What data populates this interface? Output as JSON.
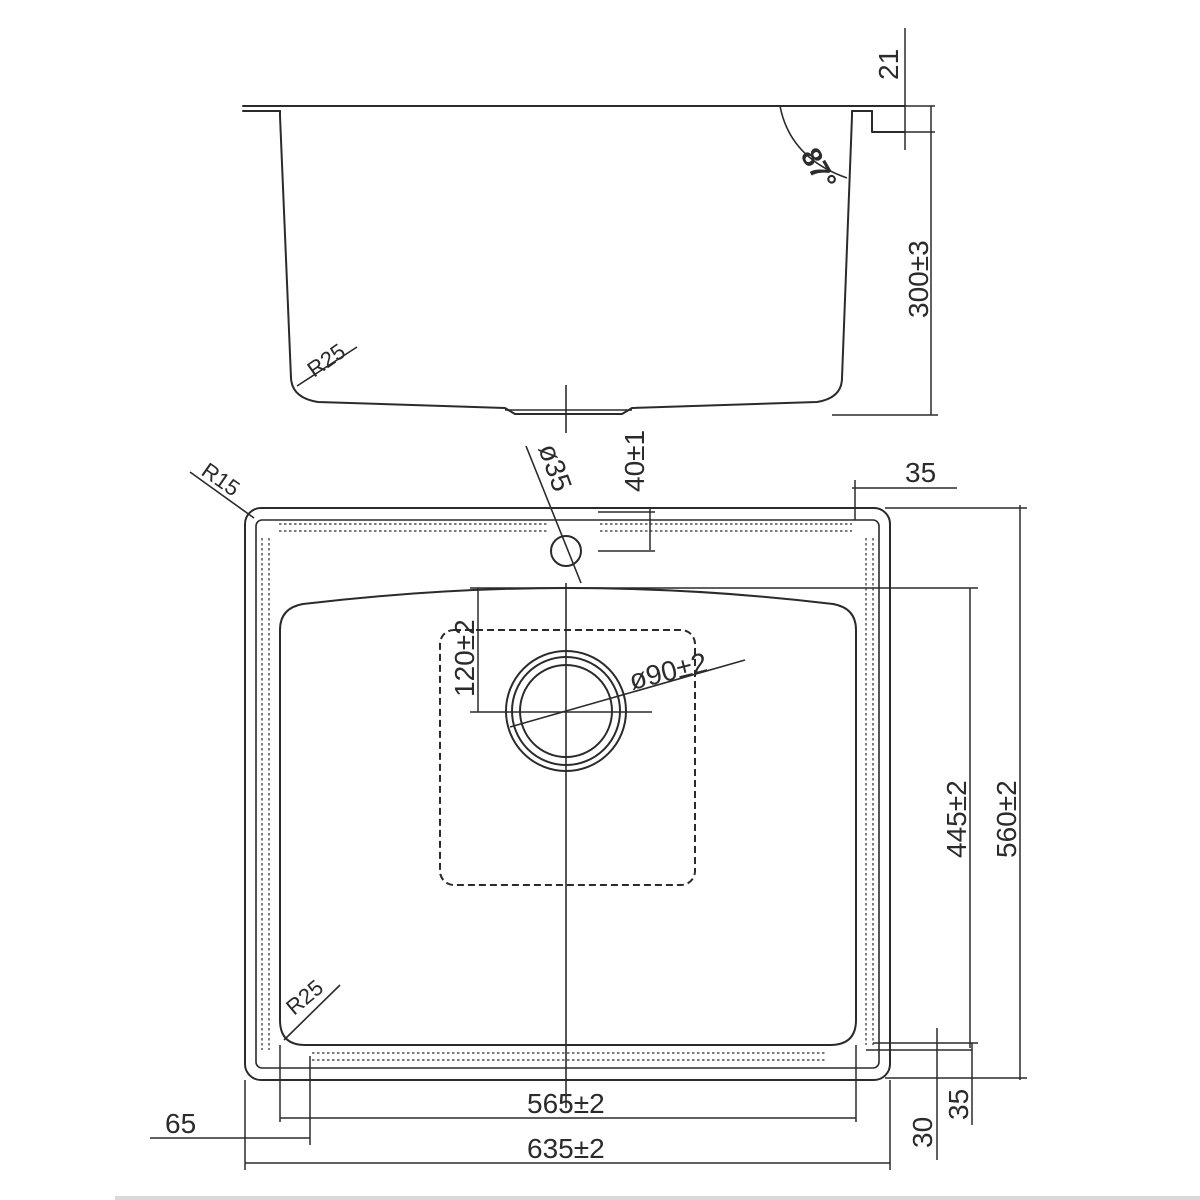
{
  "labels": {
    "rim_height": "21",
    "depth": "300±3",
    "angle": "87°",
    "bowl_radius_side": "R25",
    "drain_offset": "40±1",
    "tap_hole": "ø35",
    "rim_offset_top": "35",
    "corner_radius": "R15",
    "drain_from_edge": "120±2",
    "drain_diameter": "ø90±2",
    "bowl_length": "445±2",
    "total_length": "560±2",
    "bowl_radius_top": "R25",
    "bowl_width": "565±2",
    "left_offset": "65",
    "total_width": "635±2",
    "bottom_offset_30": "30",
    "bottom_offset_35": "35"
  }
}
